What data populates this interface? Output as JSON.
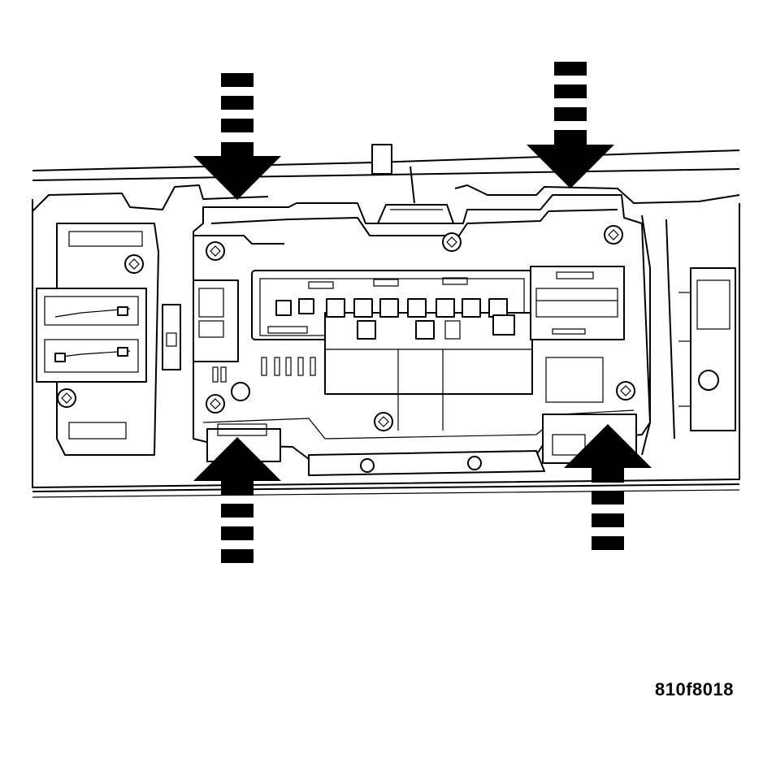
{
  "figure": {
    "caption": "810f8018",
    "arrows": [
      {
        "name": "top-left-arrow",
        "direction": "down"
      },
      {
        "name": "top-right-arrow",
        "direction": "down"
      },
      {
        "name": "bottom-left-arrow",
        "direction": "up"
      },
      {
        "name": "bottom-right-arrow",
        "direction": "up"
      }
    ],
    "colors": {
      "line": "#000000",
      "background": "#ffffff"
    }
  }
}
